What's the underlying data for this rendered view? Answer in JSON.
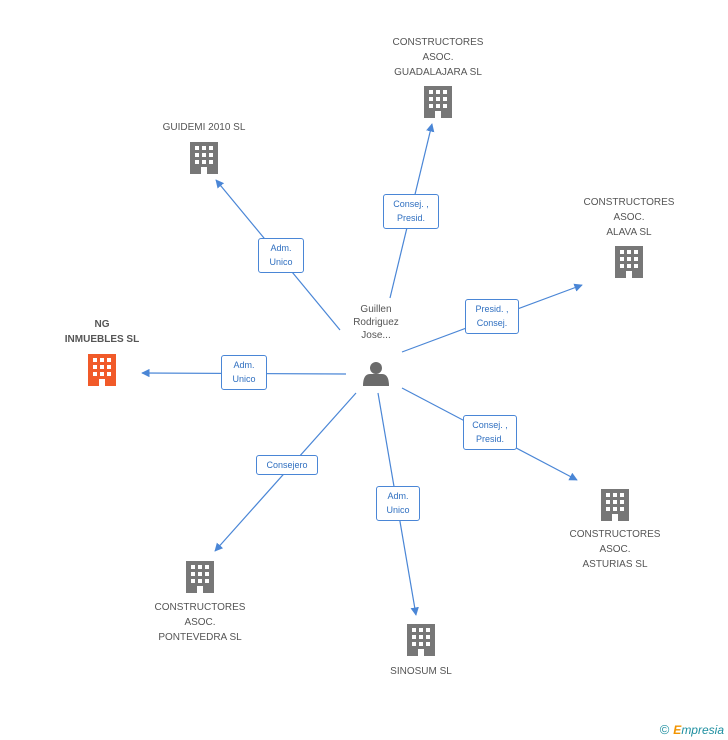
{
  "center_person": {
    "label_lines": [
      "Guillen",
      "Rodriguez",
      "Jose..."
    ],
    "icon": "person-icon"
  },
  "companies": [
    {
      "id": "guadalajara",
      "lines": [
        "CONSTRUCTORES",
        "ASOC.",
        "GUADALAJARA SL"
      ],
      "highlight": false
    },
    {
      "id": "guidemi",
      "lines": [
        "GUIDEMI 2010 SL"
      ],
      "highlight": false
    },
    {
      "id": "alava",
      "lines": [
        "CONSTRUCTORES",
        "ASOC.",
        "ALAVA SL"
      ],
      "highlight": false
    },
    {
      "id": "ng",
      "lines": [
        "NG",
        "INMUEBLES SL"
      ],
      "highlight": true
    },
    {
      "id": "asturias",
      "lines": [
        "CONSTRUCTORES",
        "ASOC.",
        "ASTURIAS SL"
      ],
      "highlight": false
    },
    {
      "id": "pontevedra",
      "lines": [
        "CONSTRUCTORES",
        "ASOC.",
        "PONTEVEDRA SL"
      ],
      "highlight": false
    },
    {
      "id": "sinosum",
      "lines": [
        "SINOSUM SL"
      ],
      "highlight": false
    }
  ],
  "relations": [
    {
      "to": "guadalajara",
      "lines": [
        "Consej. ,",
        "Presid."
      ]
    },
    {
      "to": "guidemi",
      "lines": [
        "Adm.",
        "Unico"
      ]
    },
    {
      "to": "alava",
      "lines": [
        "Presid. ,",
        "Consej."
      ]
    },
    {
      "to": "ng",
      "lines": [
        "Adm.",
        "Unico"
      ]
    },
    {
      "to": "asturias",
      "lines": [
        "Consej. ,",
        "Presid."
      ]
    },
    {
      "to": "pontevedra",
      "lines": [
        "Consejero"
      ]
    },
    {
      "to": "sinosum",
      "lines": [
        "Adm.",
        "Unico"
      ]
    }
  ],
  "colors": {
    "edge": "#4a86d6",
    "building": "#777777",
    "building_highlight": "#f15a29",
    "person": "#6b6b6b"
  },
  "footer": {
    "copyright_symbol": "©",
    "brand_initial": "E",
    "brand_rest": "mpresia"
  }
}
